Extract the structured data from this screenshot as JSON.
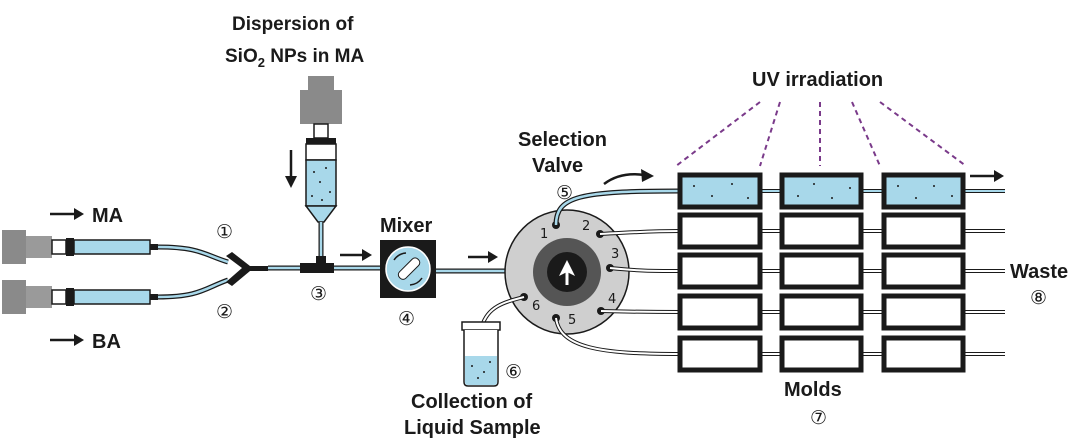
{
  "labels": {
    "dispersion_line1": "Dispersion of",
    "dispersion_line2_pre": "SiO",
    "dispersion_line2_sub": "2",
    "dispersion_line2_post": " NPs in MA",
    "ma": "MA",
    "ba": "BA",
    "mixer": "Mixer",
    "selection_valve_line1": "Selection",
    "selection_valve_line2": "Valve",
    "uv": "UV irradiation",
    "waste": "Waste",
    "collection_line1": "Collection of",
    "collection_line2": "Liquid Sample",
    "molds": "Molds"
  },
  "markers": {
    "m1": "①",
    "m2": "②",
    "m3": "③",
    "m4": "④",
    "m5": "⑤",
    "m6": "⑥",
    "m7": "⑦",
    "m8": "⑧"
  },
  "valve_ports": [
    "1",
    "2",
    "3",
    "4",
    "5",
    "6"
  ],
  "colors": {
    "liquid": "#a8d8ea",
    "gray": "#8a8a8a",
    "uv_dash": "#7a3a8a",
    "outline": "#1a1a1a"
  }
}
